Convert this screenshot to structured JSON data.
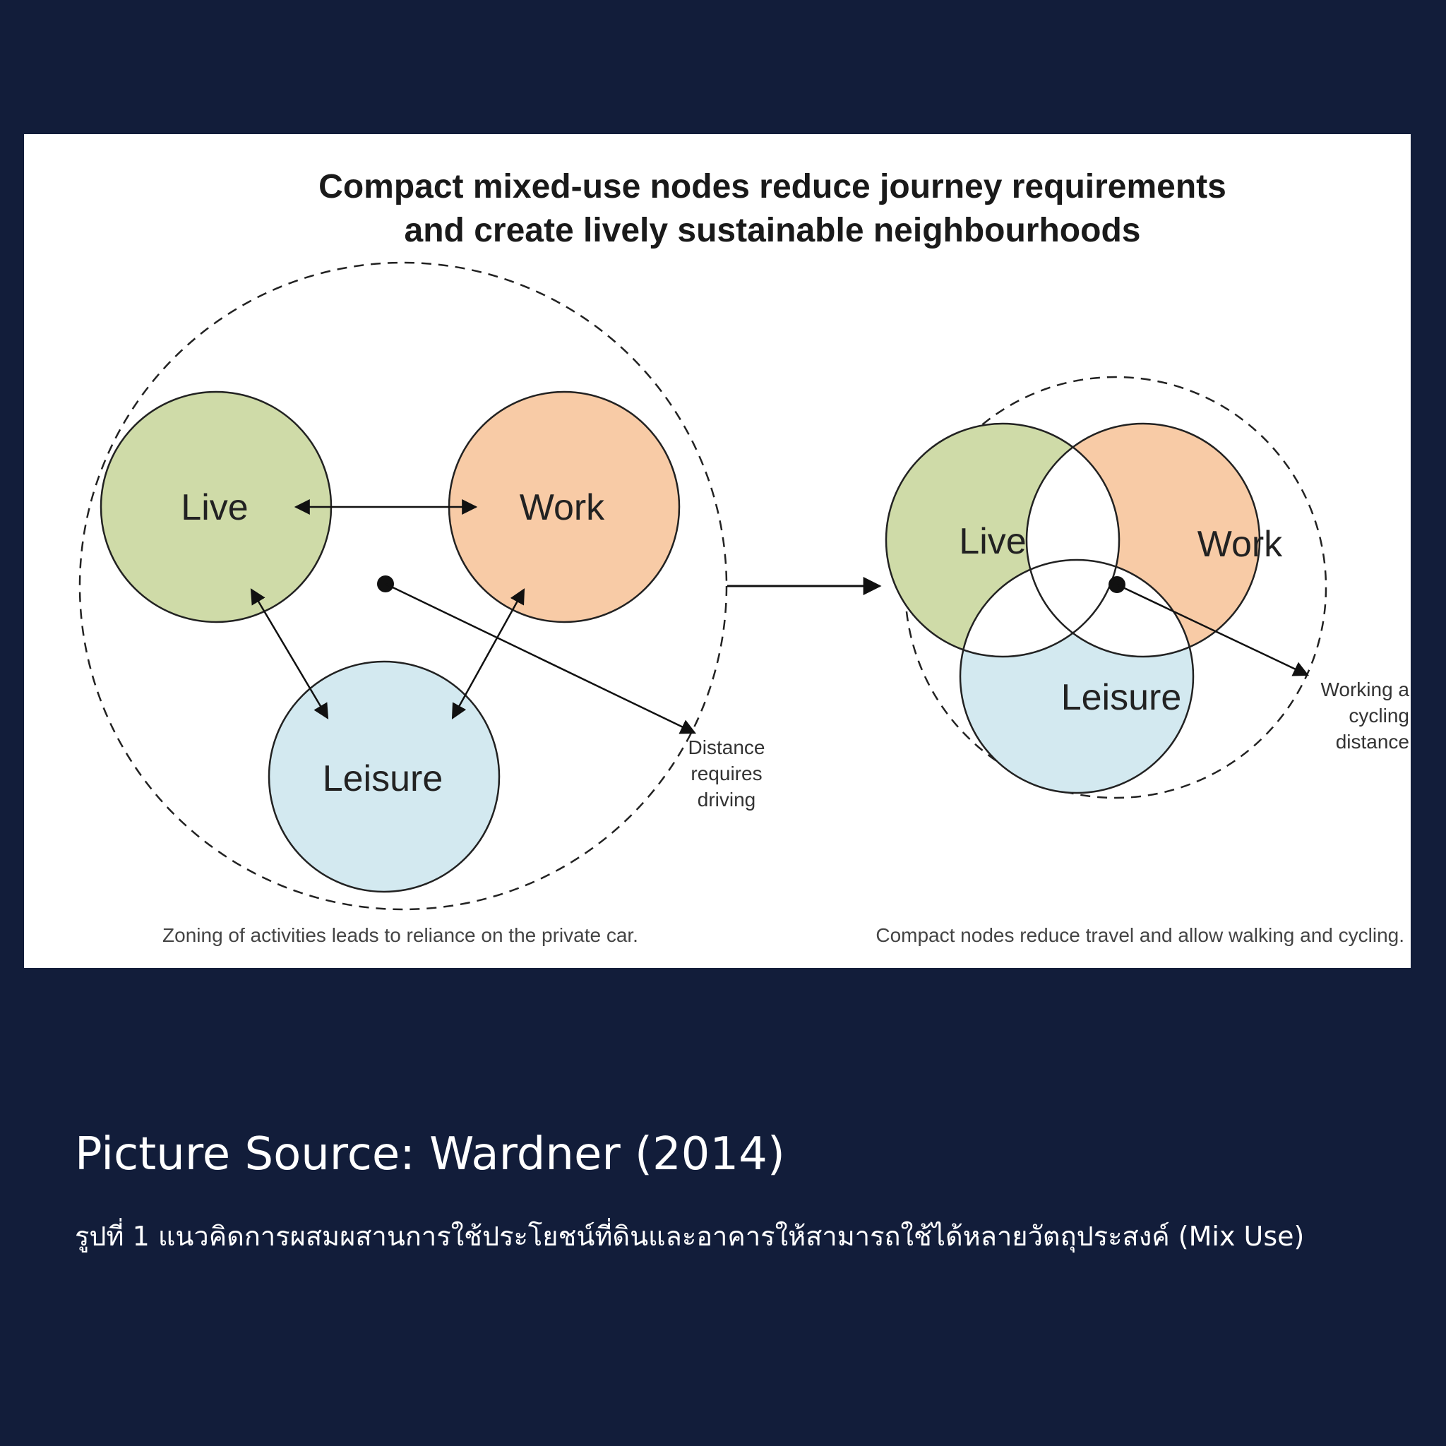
{
  "diagram": {
    "title_line1": "Compact mixed-use nodes reduce journey requirements",
    "title_line2": "and create lively sustainable neighbourhoods",
    "left": {
      "nodes": {
        "live": "Live",
        "work": "Work",
        "leisure": "Leisure"
      },
      "note": [
        "Distance",
        "requires",
        "driving"
      ],
      "caption": "Zoning of activities leads to reliance on the private car."
    },
    "right": {
      "nodes": {
        "live": "Live",
        "work": "Work",
        "leisure": "Leisure"
      },
      "note": [
        "Working a",
        "cycling",
        "distance"
      ],
      "caption": "Compact nodes reduce travel and allow walking and cycling."
    },
    "colors": {
      "live": "#cfdba8",
      "work": "#f8cba6",
      "leisure": "#d3e9f0"
    }
  },
  "footer": {
    "source": "Picture Source: Wardner (2014)",
    "caption_th": "รูปที่ 1 แนวคิดการผสมผสานการใช้ประโยชน์ที่ดินและอาคารให้สามารถใช้ได้หลายวัตถุประสงค์ (Mix Use)"
  }
}
